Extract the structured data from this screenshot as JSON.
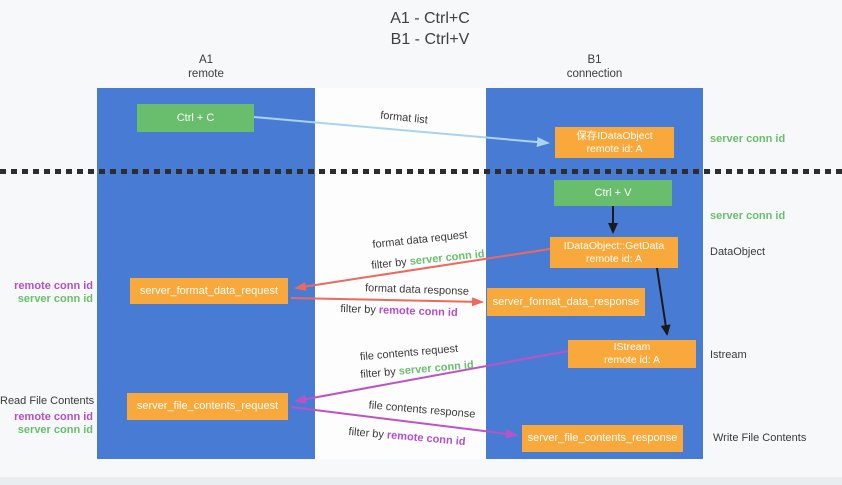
{
  "title": [
    "A1 - Ctrl+C",
    "B1 - Ctrl+V"
  ],
  "lifelines": {
    "left": {
      "name": "A1",
      "role": "remote"
    },
    "right": {
      "name": "B1",
      "role": "connection"
    }
  },
  "boxes": {
    "ctrl_c": {
      "label": "Ctrl + C"
    },
    "save_dataobject": {
      "line1": "保存IDataObject",
      "line2": "remote id: A"
    },
    "ctrl_v": {
      "label": "Ctrl + V"
    },
    "getdata": {
      "line1": "IDataObject::GetData",
      "line2": "remote id: A"
    },
    "format_request": {
      "label": "server_format_data_request"
    },
    "format_response": {
      "label": "server_format_data_response"
    },
    "istream": {
      "line1": "IStream",
      "line2": "remote id: A"
    },
    "file_request": {
      "label": "server_file_contents_request"
    },
    "file_response": {
      "label": "server_file_contents_response"
    }
  },
  "arrow_labels": {
    "format_list": "format list",
    "format_data_request": "format data request",
    "format_data_response": "format data response",
    "file_contents_request": "file contents request",
    "file_contents_response": "file contents response",
    "filter_prefix": "filter by ",
    "server_conn_id": "server conn id",
    "remote_conn_id": "remote conn id"
  },
  "side_labels": {
    "right": [
      {
        "text": "server conn id"
      },
      {
        "text": "server conn id"
      },
      {
        "text": "DataObject"
      },
      {
        "text": "Istream"
      },
      {
        "text": "Write File Contents"
      }
    ],
    "left": [
      {
        "text": "remote conn id"
      },
      {
        "text": "server conn id"
      },
      {
        "text": "Read File Contents"
      },
      {
        "text": "remote conn id"
      },
      {
        "text": "server conn id"
      }
    ]
  },
  "colors": {
    "lifeline_blue": "#487cd4",
    "box_green": "#68be6d",
    "box_orange": "#f9a93c",
    "arrow_light_blue": "#a9d3f0",
    "arrow_red": "#ee685e",
    "arrow_magenta": "#bc53c4",
    "arrow_black": "#1a1a1a",
    "text_green": "#6abf6e",
    "text_purple": "#b44fc8",
    "background": "#f7f8f9"
  }
}
